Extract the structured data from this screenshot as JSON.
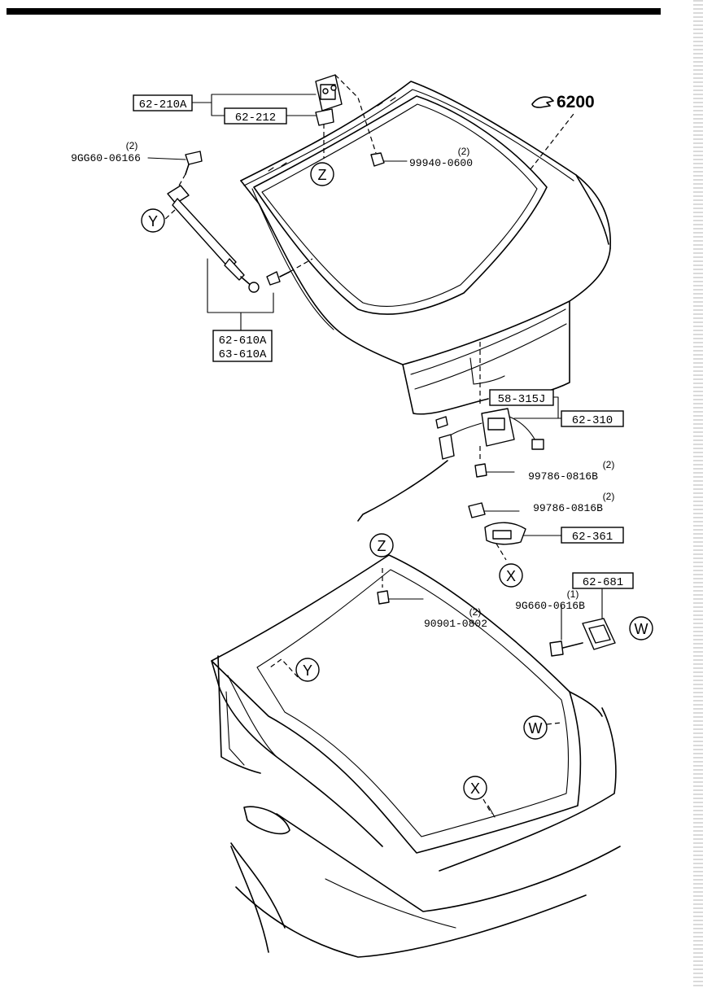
{
  "section_ref": "6200",
  "refs": {
    "z": "Z",
    "y": "Y",
    "x": "X",
    "w": "W"
  },
  "parts": {
    "p62_210A": "62-210A",
    "p62_212": "62-212",
    "p62_610A": "62-610A",
    "p63_610A": "63-610A",
    "p58_315J": "58-315J",
    "p62_310": "62-310",
    "p62_361": "62-361",
    "p62_681": "62-681"
  },
  "fasteners": {
    "bolt_strut_upper": {
      "code": "9GG60-06166",
      "qty": "(2)"
    },
    "nut_hinge": {
      "code": "99940-0600",
      "qty": "(2)"
    },
    "bolt_latch": {
      "code": "99786-0816B",
      "qty": "(2)"
    },
    "bolt_striker": {
      "code": "99786-0816B",
      "qty": "(2)"
    },
    "bolt_bumper": {
      "code": "9G660-0616B",
      "qty": "(1)"
    },
    "nut_body": {
      "code": "90901-0802",
      "qty": "(2)"
    }
  },
  "colors": {
    "ink": "#000000",
    "paper": "#ffffff"
  }
}
